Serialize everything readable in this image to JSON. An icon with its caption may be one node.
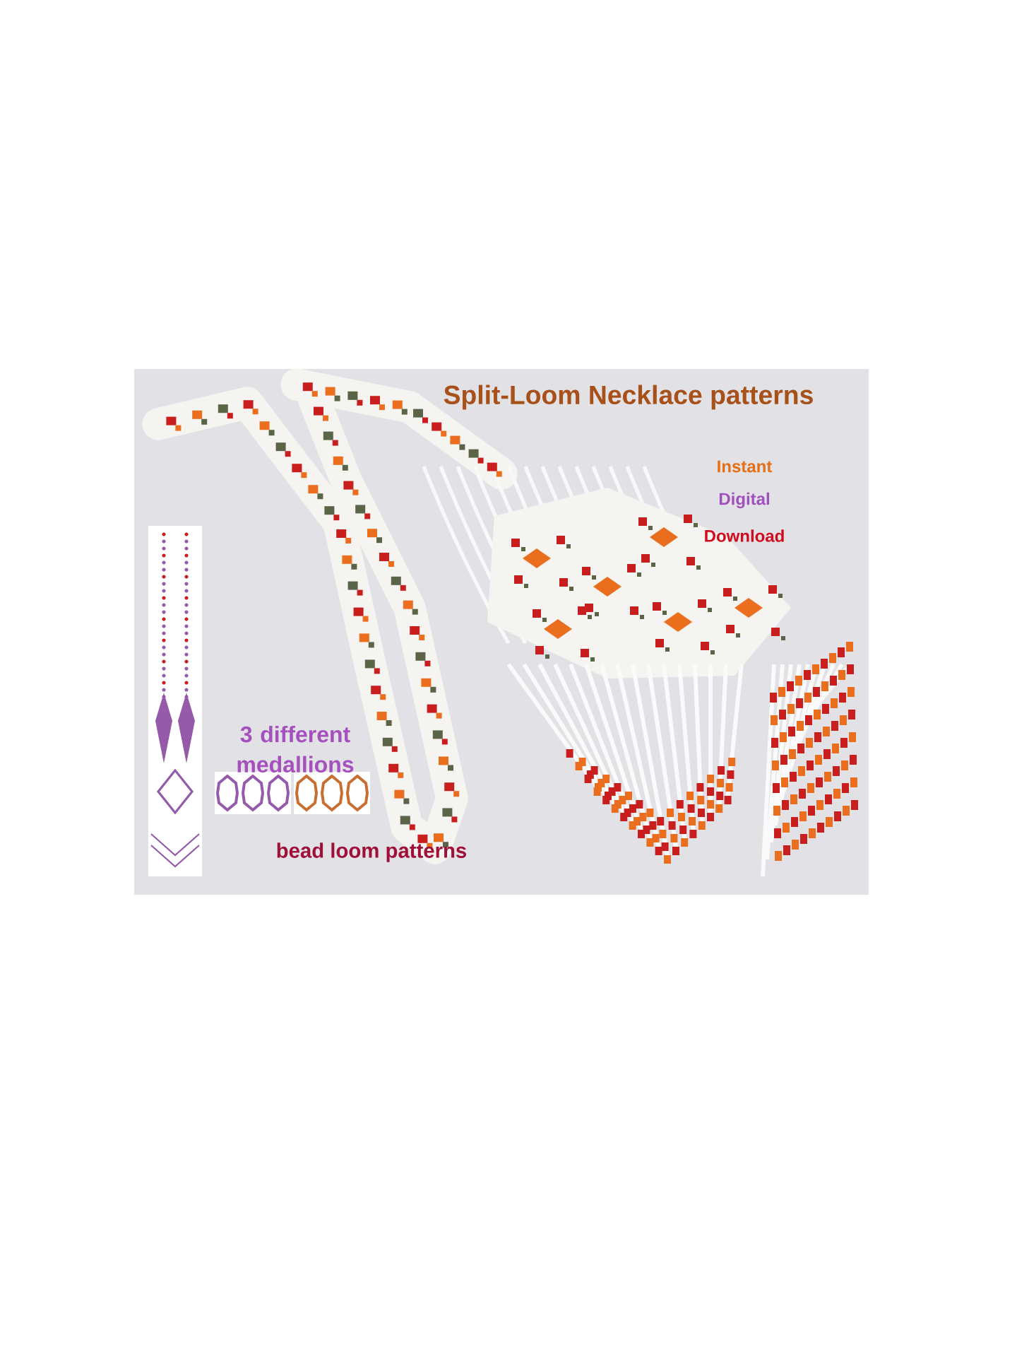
{
  "diagram": {
    "title": "Split-Loom Necklace patterns",
    "labels": [
      "Instant",
      "Digital",
      "Download",
      "3 different medallions",
      "bead loom patterns"
    ]
  }
}
